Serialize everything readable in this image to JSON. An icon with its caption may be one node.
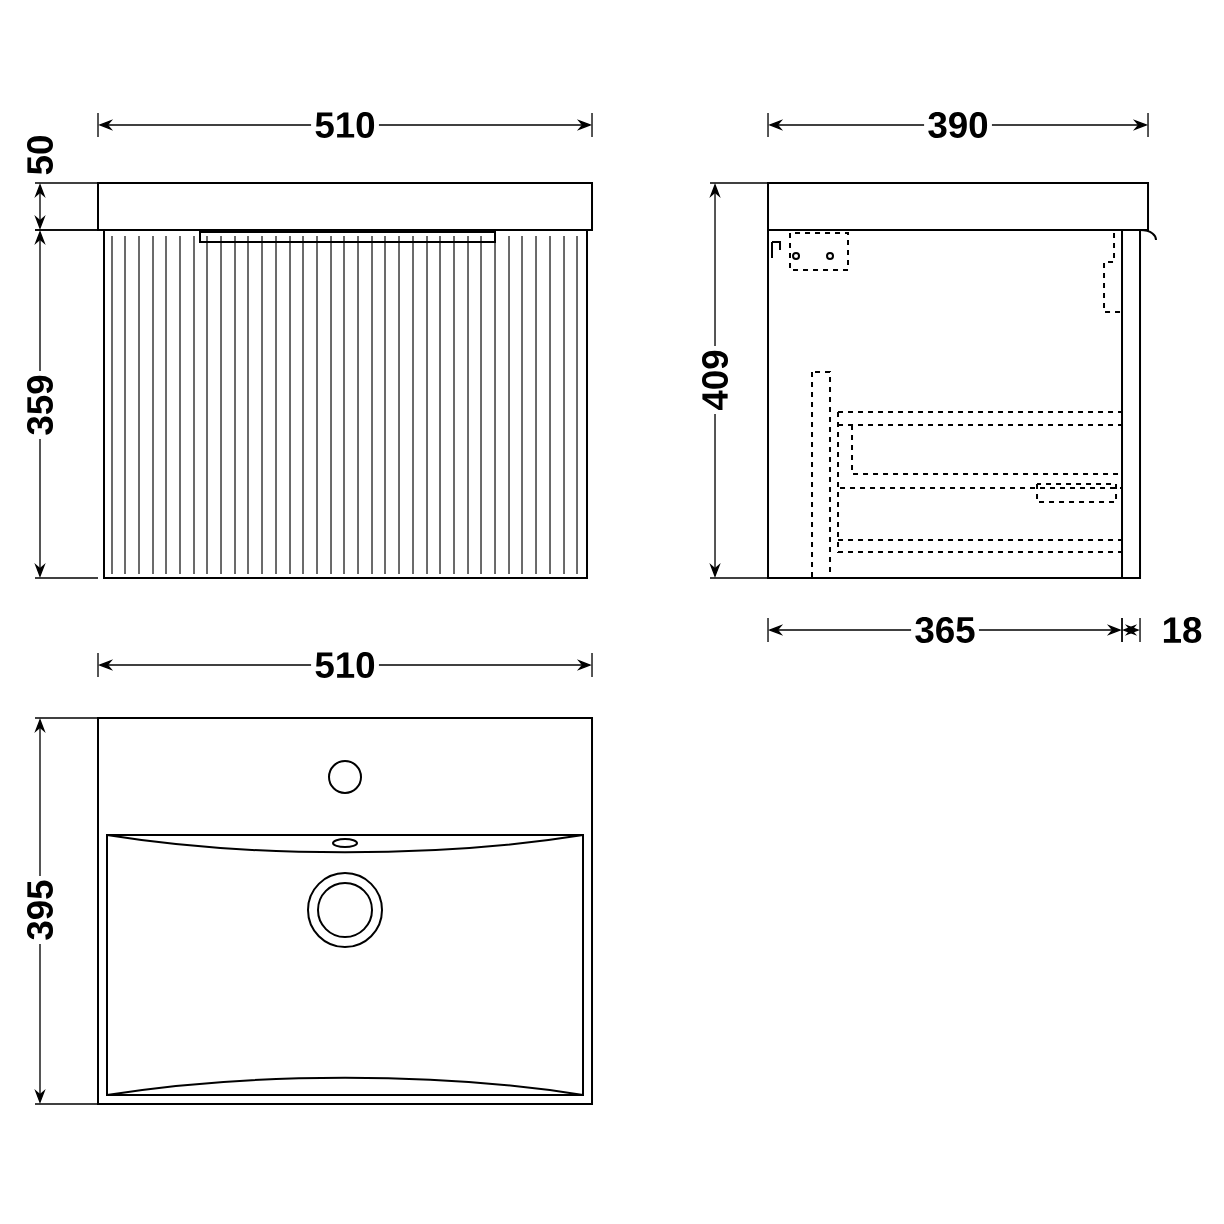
{
  "diagram": {
    "labels": [
      "510",
      "50",
      "359",
      "390",
      "409",
      "365",
      "18",
      "510",
      "395"
    ]
  }
}
